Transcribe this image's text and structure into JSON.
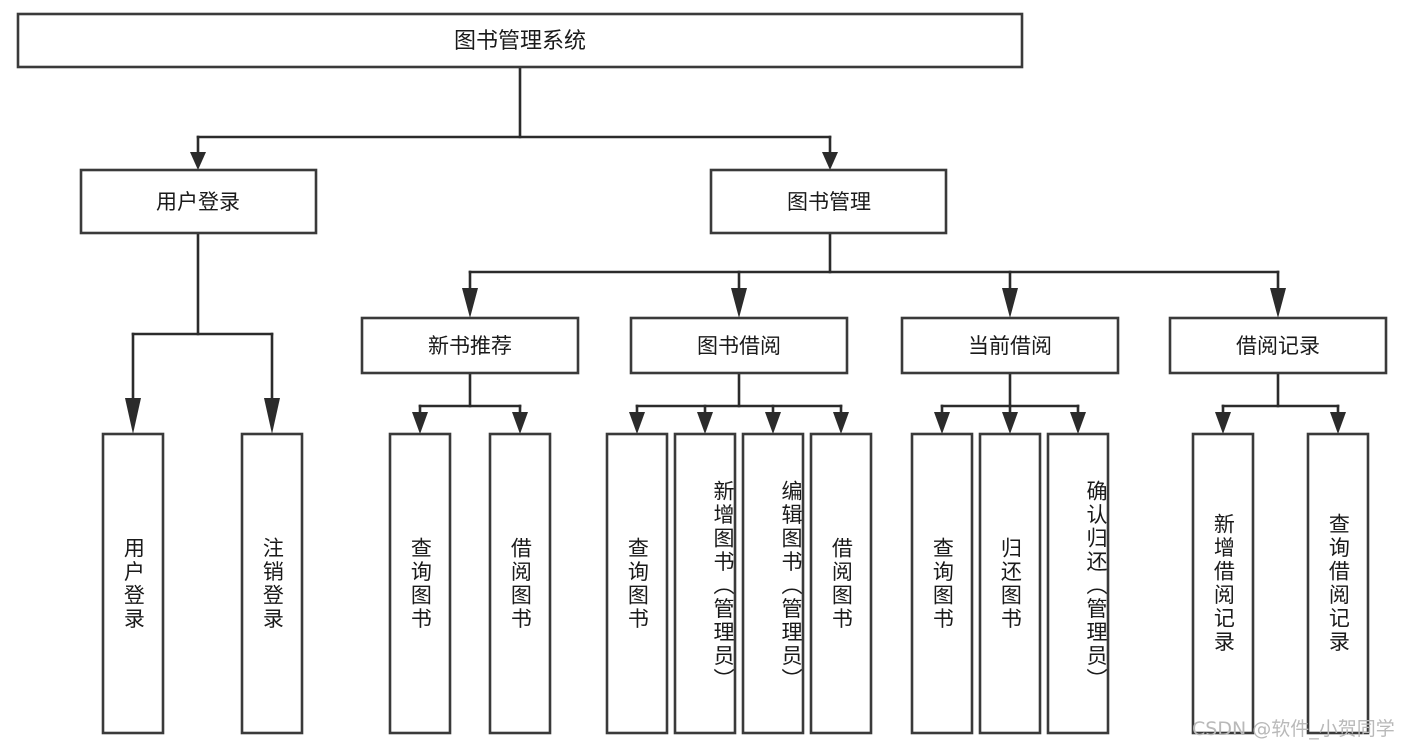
{
  "diagram": {
    "title": "图书管理系统",
    "type": "tree-hierarchy-diagram",
    "orientation": "top-down",
    "colors": {
      "box_stroke": "#3a3a3a",
      "box_fill": "#ffffff",
      "connector": "#2b2b2b",
      "text": "#1a1a1a",
      "watermark": "#b9b9b9",
      "background": "#ffffff"
    },
    "levels": {
      "root": {
        "label": "图书管理系统"
      },
      "level2": [
        {
          "id": "user-login",
          "label": "用户登录"
        },
        {
          "id": "book-management",
          "label": "图书管理"
        }
      ],
      "level3": [
        {
          "id": "new-book-recommend",
          "label": "新书推荐",
          "parent": "book-management"
        },
        {
          "id": "book-borrow",
          "label": "图书借阅",
          "parent": "book-management"
        },
        {
          "id": "current-borrow",
          "label": "当前借阅",
          "parent": "book-management"
        },
        {
          "id": "borrow-record",
          "label": "借阅记录",
          "parent": "book-management"
        }
      ],
      "leaves": [
        {
          "id": "leaf-user-login",
          "label": "用户登录",
          "parent": "user-login"
        },
        {
          "id": "leaf-logout-login",
          "label": "注销登录",
          "parent": "user-login"
        },
        {
          "id": "leaf-query-book-1",
          "label": "查询图书",
          "parent": "new-book-recommend"
        },
        {
          "id": "leaf-borrow-book-1",
          "label": "借阅图书",
          "parent": "new-book-recommend"
        },
        {
          "id": "leaf-query-book-2",
          "label": "查询图书",
          "parent": "book-borrow"
        },
        {
          "id": "leaf-add-book",
          "label": "新增图书（管理员）",
          "parent": "book-borrow"
        },
        {
          "id": "leaf-edit-book",
          "label": "编辑图书（管理员）",
          "parent": "book-borrow"
        },
        {
          "id": "leaf-borrow-book-2",
          "label": "借阅图书",
          "parent": "book-borrow"
        },
        {
          "id": "leaf-query-book-3",
          "label": "查询图书",
          "parent": "current-borrow"
        },
        {
          "id": "leaf-return-book",
          "label": "归还图书",
          "parent": "current-borrow"
        },
        {
          "id": "leaf-confirm-return",
          "label": "确认归还（管理员）",
          "parent": "current-borrow"
        },
        {
          "id": "leaf-add-record",
          "label": "新增借阅记录",
          "parent": "borrow-record"
        },
        {
          "id": "leaf-query-record",
          "label": "查询借阅记录",
          "parent": "borrow-record"
        }
      ]
    },
    "watermark": "CSDN @软件_小贺同学"
  }
}
